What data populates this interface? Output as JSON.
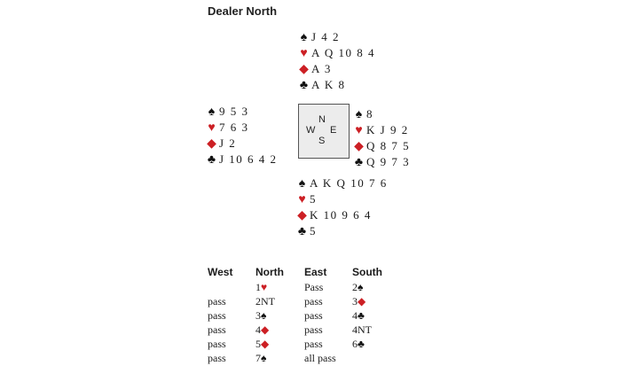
{
  "title": "Dealer North",
  "compass": {
    "n": "N",
    "w": "W",
    "e": "E",
    "s": "S"
  },
  "colors": {
    "red_suit": "#cc1f24",
    "black_suit": "#111111",
    "compass_bg": "#ececec"
  },
  "hands": {
    "north": [
      {
        "suit": "spades",
        "symbol": "♠",
        "color": "black",
        "cards": "J 4 2"
      },
      {
        "suit": "hearts",
        "symbol": "♥",
        "color": "red",
        "cards": "A Q 10 8 4"
      },
      {
        "suit": "diamonds",
        "symbol": "◆",
        "color": "red",
        "cards": "A 3"
      },
      {
        "suit": "clubs",
        "symbol": "♣",
        "color": "black",
        "cards": "A K 8"
      }
    ],
    "west": [
      {
        "suit": "spades",
        "symbol": "♠",
        "color": "black",
        "cards": "9 5 3"
      },
      {
        "suit": "hearts",
        "symbol": "♥",
        "color": "red",
        "cards": "7 6 3"
      },
      {
        "suit": "diamonds",
        "symbol": "◆",
        "color": "red",
        "cards": "J 2"
      },
      {
        "suit": "clubs",
        "symbol": "♣",
        "color": "black",
        "cards": "J 10 6 4 2"
      }
    ],
    "east": [
      {
        "suit": "spades",
        "symbol": "♠",
        "color": "black",
        "cards": "8"
      },
      {
        "suit": "hearts",
        "symbol": "♥",
        "color": "red",
        "cards": "K J 9 2"
      },
      {
        "suit": "diamonds",
        "symbol": "◆",
        "color": "red",
        "cards": "Q 8 7 5"
      },
      {
        "suit": "clubs",
        "symbol": "♣",
        "color": "black",
        "cards": "Q 9 7 3"
      }
    ],
    "south": [
      {
        "suit": "spades",
        "symbol": "♠",
        "color": "black",
        "cards": "A K Q 10 7 6"
      },
      {
        "suit": "hearts",
        "symbol": "♥",
        "color": "red",
        "cards": "5"
      },
      {
        "suit": "diamonds",
        "symbol": "◆",
        "color": "red",
        "cards": "K 10 9 6 4"
      },
      {
        "suit": "clubs",
        "symbol": "♣",
        "color": "black",
        "cards": "5"
      }
    ]
  },
  "bidding": {
    "headers": [
      "West",
      "North",
      "East",
      "South"
    ],
    "rows": [
      [
        {
          "text": ""
        },
        {
          "text": "1",
          "suit": "♥",
          "color": "red"
        },
        {
          "text": "Pass"
        },
        {
          "text": "2",
          "suit": "♠",
          "color": "black"
        }
      ],
      [
        {
          "text": "pass"
        },
        {
          "text": "2NT"
        },
        {
          "text": "pass"
        },
        {
          "text": "3",
          "suit": "◆",
          "color": "red"
        }
      ],
      [
        {
          "text": "pass"
        },
        {
          "text": "3",
          "suit": "♠",
          "color": "black"
        },
        {
          "text": "pass"
        },
        {
          "text": "4",
          "suit": "♣",
          "color": "black"
        }
      ],
      [
        {
          "text": "pass"
        },
        {
          "text": "4",
          "suit": "◆",
          "color": "red"
        },
        {
          "text": "pass"
        },
        {
          "text": "4NT"
        }
      ],
      [
        {
          "text": "pass"
        },
        {
          "text": "5",
          "suit": "◆",
          "color": "red"
        },
        {
          "text": "pass"
        },
        {
          "text": "6",
          "suit": "♣",
          "color": "black"
        }
      ],
      [
        {
          "text": "pass"
        },
        {
          "text": "7",
          "suit": "♠",
          "color": "black"
        },
        {
          "text": "all pass"
        },
        {
          "text": ""
        }
      ]
    ]
  }
}
